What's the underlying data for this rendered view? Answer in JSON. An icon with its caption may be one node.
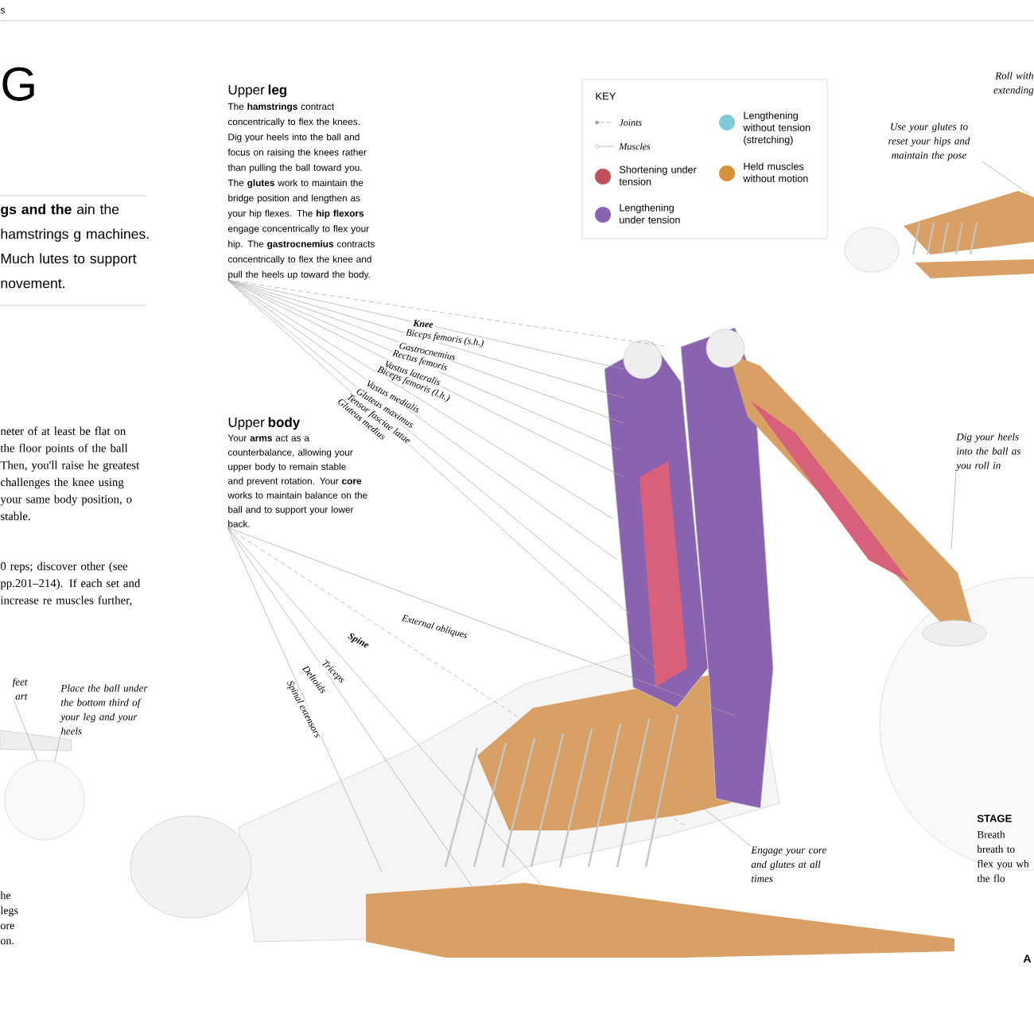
{
  "diagram": {
    "title": "G",
    "nodes": [
      {
        "text": [
          "Upper **leg**",
          "The **hamstrings** contract concentrically to flex the knees. Dig your heels into the ball and focus on raising the knees rather than pulling the ball toward you. The **glutes** work to maintain the bridge position and lengthen as your hip flexes. The **hip flexors** engage concentrically to flex your hip. The **gastrocnemius** contracts concentrically to flex the knee and pull the heels up toward the body."
        ]
      },
      {
        "text": [
          "Upper **body**",
          "Your **arms** act as a counterbalance, allowing your upper body to remain stable and prevent rotation. Your **core** works to maintain balance on the ball and to support your lower back."
        ]
      },
      {
        "text": [
          "Use your glutes to reset your hips and maintain the pose"
        ]
      },
      {
        "text": [
          "feet art"
        ]
      },
      {
        "text": [
          "Dig your heels into the ball as you roll in"
        ]
      },
      {
        "text": [
          "Engage your core and glutes at all times"
        ]
      },
      {
        "text": [
          "Place the ball under the bottom third of your leg and your heels"
        ]
      },
      {
        "text": [],
        "shape": "circle"
      }
    ],
    "edges": [
      {
        "from": 0,
        "to": null,
        "arrow": "none",
        "label": "Knee",
        "style": "dashed"
      },
      {
        "from": 0,
        "to": null,
        "arrow": "none",
        "label": "Biceps femoris (s.h.)"
      },
      {
        "from": 0,
        "to": null,
        "arrow": "none",
        "label": "Gastrocnemius"
      },
      {
        "from": 0,
        "to": null,
        "arrow": "none",
        "label": "Rectus femoris"
      },
      {
        "from": 0,
        "to": null,
        "arrow": "none",
        "label": "Vastus lateralis"
      },
      {
        "from": 0,
        "to": null,
        "arrow": "none",
        "label": "Biceps femoris (l.h.)"
      },
      {
        "from": 0,
        "to": null,
        "arrow": "none",
        "label": "Vastus medialis"
      },
      {
        "from": 0,
        "to": null,
        "arrow": "none",
        "label": "Gluteus maximus"
      },
      {
        "from": 0,
        "to": null,
        "arrow": "none",
        "label": "Tensor fasciae latae"
      },
      {
        "from": 0,
        "to": null,
        "arrow": "none",
        "label": "Gluteus medius"
      },
      {
        "from": 1,
        "to": null,
        "arrow": "none",
        "label": "External obliques"
      },
      {
        "from": 1,
        "to": null,
        "arrow": "none",
        "label": "Spine",
        "style": "dashed"
      },
      {
        "from": 1,
        "to": null,
        "arrow": "none",
        "label": "Triceps"
      },
      {
        "from": 1,
        "to": null,
        "arrow": "none",
        "label": "Deltoids"
      },
      {
        "from": 1,
        "to": null,
        "arrow": "none",
        "label": "Spinal extensors"
      },
      {
        "from": 2,
        "to": null,
        "arrow": "none"
      },
      {
        "from": 3,
        "to": 7,
        "arrow": "none"
      },
      {
        "from": 4,
        "to": null,
        "arrow": "none"
      },
      {
        "from": 5,
        "to": null,
        "arrow": "none"
      },
      {
        "from": 6,
        "to": 7,
        "arrow": "none"
      }
    ],
    "labels": [
      "s",
      "**gs and the** ain the hamstrings g machines. Much lutes to support novement.",
      "neter of at least be flat on the floor points of the ball Then, you'll raise he greatest challenges the knee using your same body position, o stable.",
      "0 reps; discover other (see pp.201–214). If each set and increase re muscles further,",
      "KEY",
      "Roll with extending",
      "he legs ore on.",
      "STAGE",
      "Breath breath to flex you wh the flo",
      "A"
    ],
    "legend": [
      {
        "text": "Joints"
      },
      {
        "text": "Muscles"
      },
      {
        "text": "Shortening under tension",
        "color": "#c0505a"
      },
      {
        "text": "Lengthening under tension",
        "color": "#8a63b0"
      },
      {
        "text": "Lengthening without tension (stretching)",
        "color": "#7fcad6"
      },
      {
        "text": "Held muscles without motion",
        "color": "#d9903a"
      }
    ]
  }
}
